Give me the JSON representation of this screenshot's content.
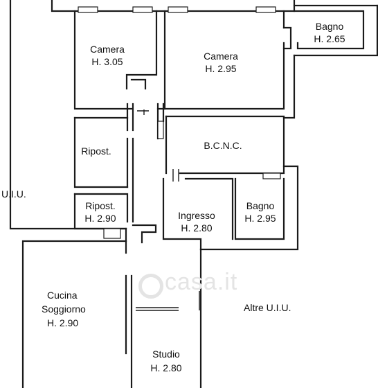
{
  "plan": {
    "rooms": {
      "camera_small": {
        "name": "Camera",
        "height": "H. 3.05"
      },
      "camera_large": {
        "name": "Camera",
        "height": "H. 2.95"
      },
      "bagno_top": {
        "name": "Bagno",
        "height": "H. 2.65"
      },
      "ripost_upper": {
        "name": "Ripost.",
        "height": ""
      },
      "bcnc": {
        "name": "B.C.N.C.",
        "height": ""
      },
      "ripost_lower": {
        "name": "Ripost.",
        "height": "H. 2.90"
      },
      "ingresso": {
        "name": "Ingresso",
        "height": "H. 2.80"
      },
      "bagno_mid": {
        "name": "Bagno",
        "height": "H. 2.95"
      },
      "cucina": {
        "name_line1": "Cucina",
        "name_line2": "Soggiorno",
        "height": "H. 2.90"
      },
      "studio": {
        "name": "Studio",
        "height": "H. 2.80"
      }
    },
    "outside": {
      "left": "U.I.U.",
      "right": "Altre U.I.U."
    },
    "watermark": "casa.it",
    "colors": {
      "wall": "#1a1a1a",
      "background": "#ffffff",
      "watermark": "#e4e4e4"
    }
  }
}
